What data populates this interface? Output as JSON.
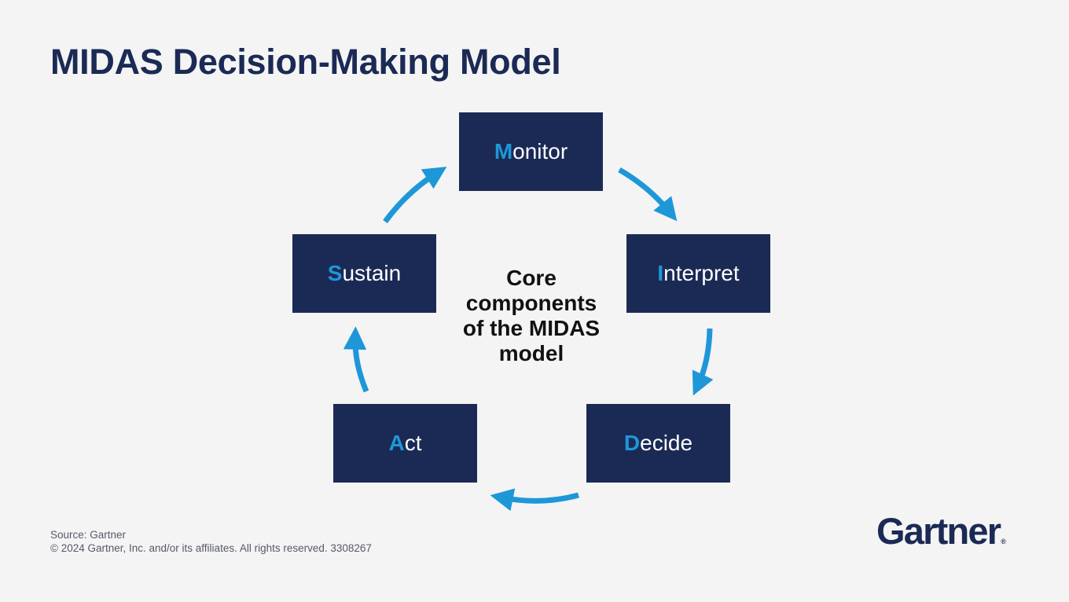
{
  "title": "MIDAS Decision-Making Model",
  "colors": {
    "box": "#1b2a55",
    "accent": "#1e97d8",
    "background": "#f4f4f4"
  },
  "steps": [
    {
      "initial": "M",
      "rest": "onitor"
    },
    {
      "initial": "I",
      "rest": "nterpret"
    },
    {
      "initial": "D",
      "rest": "ecide"
    },
    {
      "initial": "A",
      "rest": "ct"
    },
    {
      "initial": "S",
      "rest": "ustain"
    }
  ],
  "center_label": [
    "Core",
    "components",
    "of the MIDAS",
    "model"
  ],
  "footer": {
    "source": "Source: Gartner",
    "copyright": "© 2024 Gartner, Inc. and/or its affiliates. All rights reserved. 3308267"
  },
  "logo": {
    "text": "Gartner",
    "mark": "®"
  }
}
